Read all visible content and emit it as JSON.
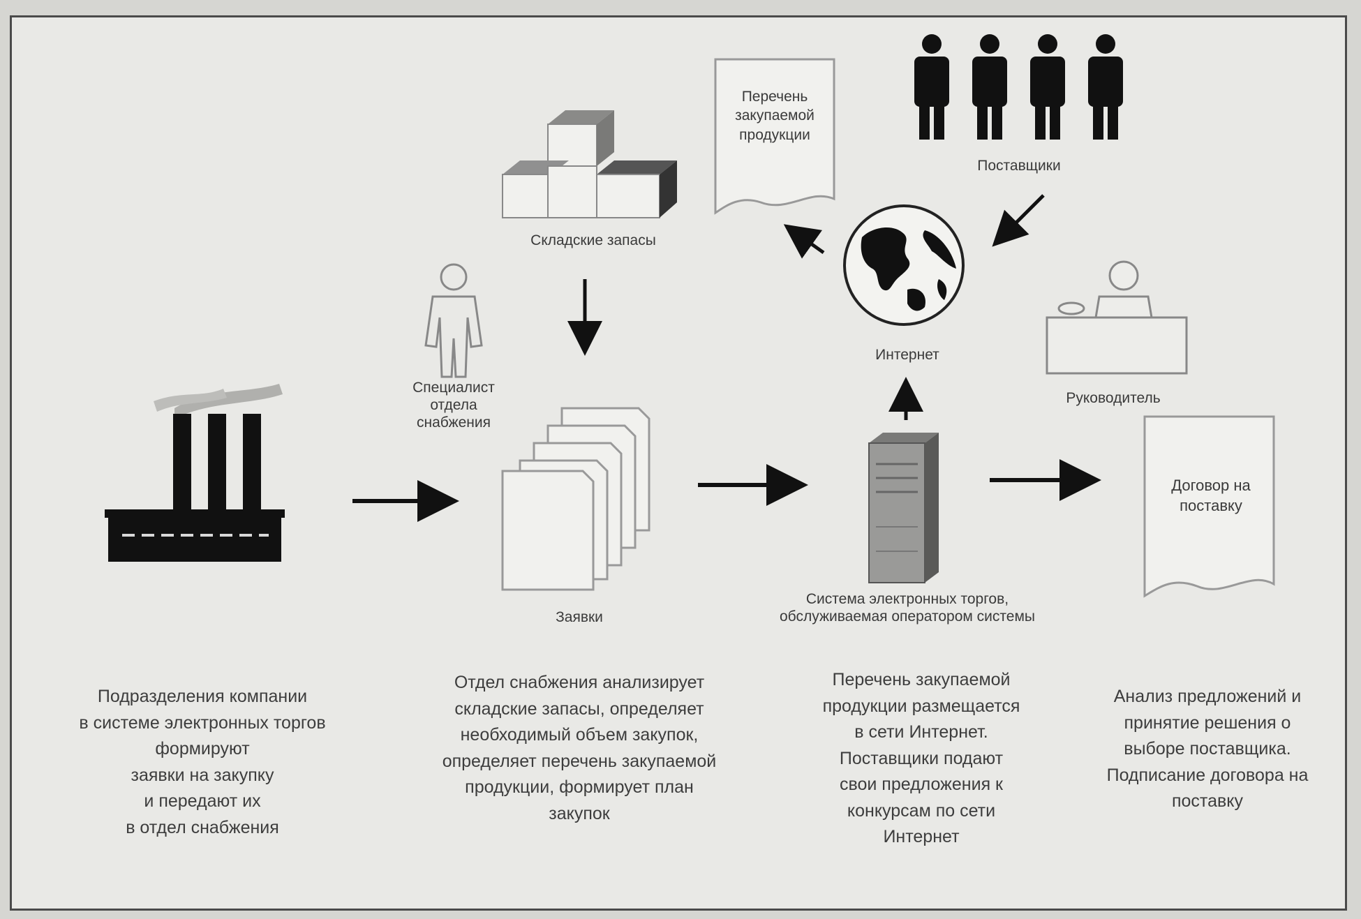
{
  "diagram": {
    "nodes": {
      "warehouse": {
        "label": "Складские запасы"
      },
      "purchase_list": {
        "lines": [
          "Перечень",
          "закупаемой",
          "продукции"
        ]
      },
      "suppliers": {
        "label": "Поставщики"
      },
      "internet": {
        "label": "Интернет"
      },
      "specialist": {
        "lines": [
          "Специалист",
          "отдела",
          "снабжения"
        ]
      },
      "manager": {
        "label": "Руководитель"
      },
      "requests": {
        "label": "Заявки"
      },
      "trading_system": {
        "lines": [
          "Система электронных торгов,",
          "обслуживаемая оператором системы"
        ]
      },
      "contract": {
        "lines": [
          "Договор на",
          "поставку"
        ]
      }
    },
    "descriptions": [
      {
        "lines": [
          "Подразделения компании",
          "в системе электронных торгов",
          "формируют",
          "заявки на закупку",
          "и передают их",
          "в отдел снабжения"
        ]
      },
      {
        "lines": [
          "Отдел снабжения анализирует",
          "складские запасы, определяет",
          "необходимый объем закупок,",
          "определяет перечень закупаемой",
          "продукции, формирует план",
          "закупок"
        ]
      },
      {
        "lines": [
          "Перечень закупаемой",
          "продукции размещается",
          "в сети Интернет.",
          "Поставщики подают",
          "свои предложения к",
          "конкурсам по сети",
          "Интернет"
        ]
      },
      {
        "lines": [
          "Анализ предложений и",
          "принятие решения о",
          "выборе поставщика.",
          "Подписание договора на",
          "поставку"
        ]
      }
    ]
  }
}
